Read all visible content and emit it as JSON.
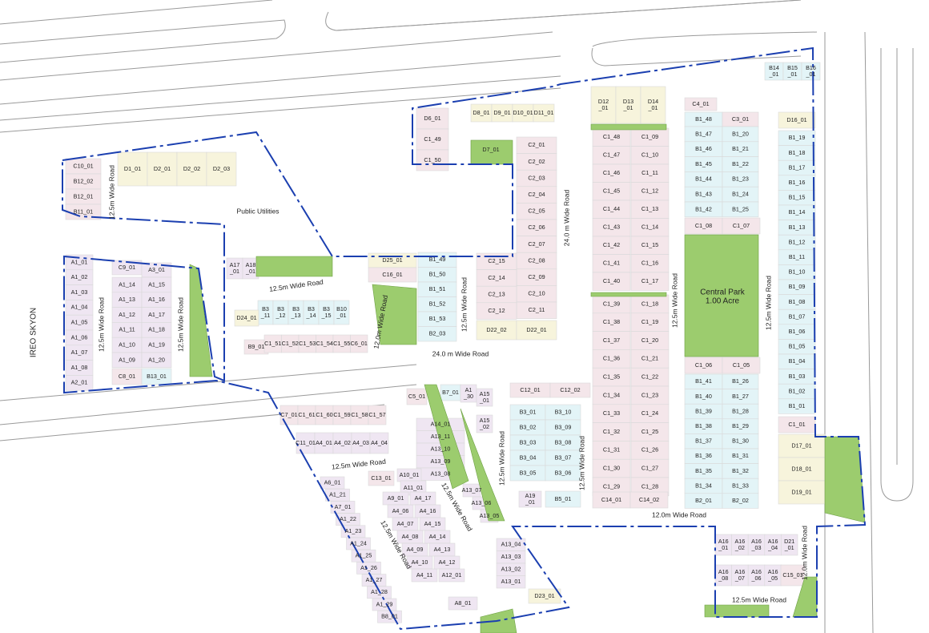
{
  "site": {
    "neighbour_label": "IREO SKYON",
    "public_utilities": "Public Utilities",
    "central_park": "Central Park",
    "central_park_area": "1.00 Acre"
  },
  "road_labels": {
    "r24_a": "24.0 m Wide Road",
    "r24_b": "24.0 m Wide Road",
    "r125_west1": "12.5m Wide Road",
    "r125_top": "12.5m Wide Road",
    "r125_a1": "12.5m Wide Road",
    "r125_a2": "12.5m Wide Road",
    "r12_b3": "12.0m Wide Road",
    "r125_mid1": "12.5m Wide Road",
    "r125_mid2": "12.5m Wide Road",
    "r125_mid3": "12.5m Wide Road",
    "r125_diag1": "12.5m Wide Road",
    "r125_diag2": "12.5m Wide Road",
    "r125_park_w": "12.5m Wide Road",
    "r125_park_e": "12.5m Wide Road",
    "r12_south": "12.0m Wide Road",
    "r12_se": "12.0m Wide Road",
    "r125_bottom": "12.5m Wide Road"
  },
  "colors": {
    "boundary": "#1b3fb0",
    "green_space": "#9ccc6e",
    "plot_pink": "#f4e6ea",
    "plot_lavender": "#efe6f2",
    "plot_cream": "#f7f4dc",
    "plot_blue": "#e3f4f7"
  },
  "plots": {
    "c10_01": "C10_01",
    "b12_02": "B12_02",
    "b12_01": "B12_01",
    "b11_01": "B11_01",
    "d1_01": "D1_01",
    "d2_01": "D2_01",
    "d2_02": "D2_02",
    "d2_03": "D2_03",
    "d6_01": "D6_01",
    "c1_49": "C1_49",
    "c1_50": "C1_50",
    "d8_01": "D8_01",
    "d9_01": "D9_01",
    "d10_01": "D10_01",
    "d11_01": "D11_01",
    "d7_01": "D7_01",
    "c2_01": "C2_01",
    "c2_02": "C2_02",
    "c2_03": "C2_03",
    "c2_04": "C2_04",
    "c2_05": "C2_05",
    "c2_06": "C2_06",
    "c2_07": "C2_07",
    "c2_08": "C2_08",
    "c2_09": "C2_09",
    "c2_10": "C2_10",
    "c2_11": "C2_11",
    "c2_15": "C2_15",
    "c2_14": "C2_14",
    "c2_13": "C2_13",
    "c2_12": "C2_12",
    "d22_02": "D22_02",
    "d22_01": "D22_01",
    "d25_01": "D25_01",
    "c16_01": "C16_01",
    "b1_49": "B1_49",
    "b1_50": "B1_50",
    "b1_51": "B1_51",
    "b1_52": "B1_52",
    "b1_53": "B1_53",
    "b2_03": "B2_03",
    "a17_01": "A17\n_01",
    "a18_01": "A18\n_01",
    "b3_11": "B3\n_11",
    "b3_12": "B3\n_12",
    "b3_13": "B3\n_13",
    "b3_14": "B3\n_14",
    "b3_15": "B3\n_15",
    "b10_01": "B10\n_01",
    "d24_01": "D24_01",
    "b9_01": "B9_01",
    "c1_51": "C1_51",
    "c1_52": "C1_52",
    "c1_53": "C1_53",
    "c1_54": "C1_54",
    "c1_55": "C1_55",
    "c6_01": "C6_01",
    "a1_01": "A1_01",
    "a1_02": "A1_02",
    "a1_03": "A1_03",
    "a1_04": "A1_04",
    "a1_05": "A1_05",
    "a1_06": "A1_06",
    "a1_07": "A1_07",
    "a1_08": "A1_08",
    "a2_01": "A2_01",
    "c9_01": "C9_01",
    "a3_01": "A3_01",
    "a1_14": "A1_14",
    "a1_15": "A1_15",
    "a1_13": "A1_13",
    "a1_16": "A1_16",
    "a1_12": "A1_12",
    "a1_17": "A1_17",
    "a1_11": "A1_11",
    "a1_18": "A1_18",
    "a1_10": "A1_10",
    "a1_19": "A1_19",
    "a1_09": "A1_09",
    "a1_20": "A1_20",
    "c8_01": "C8_01",
    "b13_01": "B13_01",
    "d12_01": "D12\n_01",
    "d13_01": "D13\n_01",
    "d14_01": "D14\n_01",
    "c1_48": "C1_48",
    "c1_09": "C1_09",
    "c1_47": "C1_47",
    "c1_10": "C1_10",
    "c1_46": "C1_46",
    "c1_11": "C1_11",
    "c1_45": "C1_45",
    "c1_12": "C1_12",
    "c1_44": "C1_44",
    "c1_13": "C1_13",
    "c1_43": "C1_43",
    "c1_14": "C1_14",
    "c1_42": "C1_42",
    "c1_15": "C1_15",
    "c1_41": "C1_41",
    "c1_16": "C1_16",
    "c1_40": "C1_40",
    "c1_17": "C1_17",
    "c1_39": "C1_39",
    "c1_18": "C1_18",
    "c1_38": "C1_38",
    "c1_19": "C1_19",
    "c1_37": "C1_37",
    "c1_20": "C1_20",
    "c1_36": "C1_36",
    "c1_21": "C1_21",
    "c1_35": "C1_35",
    "c1_22": "C1_22",
    "c1_34": "C1_34",
    "c1_23": "C1_23",
    "c1_33": "C1_33",
    "c1_24": "C1_24",
    "c1_32": "C1_32",
    "c1_25": "C1_25",
    "c1_31": "C1_31",
    "c1_26": "C1_26",
    "c1_30": "C1_30",
    "c1_27": "C1_27",
    "c1_29": "C1_29",
    "c1_28": "C1_28",
    "c14_01": "C14_01",
    "c14_02": "C14_02",
    "c4_01": "C4_01",
    "b1_48": "B1_48",
    "c3_01": "C3_01",
    "b1_47": "B1_47",
    "b1_20": "B1_20",
    "b1_46": "B1_46",
    "b1_21": "B1_21",
    "b1_45": "B1_45",
    "b1_22": "B1_22",
    "b1_44": "B1_44",
    "b1_23": "B1_23",
    "b1_43": "B1_43",
    "b1_24": "B1_24",
    "b1_42": "B1_42",
    "b1_25": "B1_25",
    "c1_08": "C1_08",
    "c1_07": "C1_07",
    "c1_06": "C1_06",
    "c1_05": "C1_05",
    "b1_41": "B1_41",
    "b1_26": "B1_26",
    "b1_40": "B1_40",
    "b1_27": "B1_27",
    "b1_39": "B1_39",
    "b1_28": "B1_28",
    "b1_38": "B1_38",
    "b1_29": "B1_29",
    "b1_37": "B1_37",
    "b1_30": "B1_30",
    "b1_36": "B1_36",
    "b1_31": "B1_31",
    "b1_35": "B1_35",
    "b1_32": "B1_32",
    "b1_34": "B1_34",
    "b1_33": "B1_33",
    "b2_01": "B2_01",
    "b2_02": "B2_02",
    "b14_01": "B14\n_01",
    "b15_01": "B15\n_01",
    "b16_01": "B16\n_01",
    "d16_01": "D16_01",
    "b1_19": "B1_19",
    "b1_18": "B1_18",
    "b1_17": "B1_17",
    "b1_16": "B1_16",
    "b1_15": "B1_15",
    "b1_14": "B1_14",
    "b1_13": "B1_13",
    "b1_12": "B1_12",
    "b1_11": "B1_11",
    "b1_10": "B1_10",
    "b1_09": "B1_09",
    "b1_08": "B1_08",
    "b1_07": "B1_07",
    "b1_06": "B1_06",
    "b1_05": "B1_05",
    "b1_04": "B1_04",
    "b1_03": "B1_03",
    "b1_02": "B1_02",
    "b1_01": "B1_01",
    "c1_01": "C1_01",
    "d17_01": "D17_01",
    "d18_01": "D18_01",
    "d19_01": "D19_01",
    "c5_01": "C5_01",
    "b7_01": "B7_01",
    "a1_30": "A1\n_30",
    "a15_01": "A15\n_01",
    "a15_02": "A15\n_02",
    "a14_01": "A14_01",
    "a13_11": "A13_11",
    "a13_10": "A13_10",
    "a13_09": "A13_09",
    "a13_08": "A13_08",
    "a13_07": "A13_07",
    "a13_06": "A13_06",
    "a13_05": "A13_05",
    "c12_01": "C12_01",
    "c12_02": "C12_02",
    "b3_01": "B3_01",
    "b3_10": "B3_10",
    "b3_02": "B3_02",
    "b3_09": "B3_09",
    "b3_03": "B3_03",
    "b3_08": "B3_08",
    "b3_04": "B3_04",
    "b3_07": "B3_07",
    "b3_05": "B3_05",
    "b3_06": "B3_06",
    "a19_01": "A19\n_01",
    "b5_01": "B5_01",
    "c7_01": "C7_01",
    "c1_61": "C1_61",
    "c1_60": "C1_60",
    "c1_59": "C1_59",
    "c1_58": "C1_58",
    "c1_57": "C1_57",
    "c11_01": "C11_01",
    "a4_01": "A4_01",
    "a4_02": "A4_02",
    "a4_03": "A4_03",
    "a4_04": "A4_04",
    "a6_01": "A6_01",
    "a1_21": "A1_21",
    "a7_01": "A7_01",
    "a1_22": "A1_22",
    "a1_23": "A1_23",
    "a1_24": "A1_24",
    "a1_25": "A1_25",
    "a1_26": "A1_26",
    "a1_27": "A1_27",
    "a1_28": "A1_28",
    "a1_29": "A1_29",
    "b8_01": "B8_01",
    "c13_01": "C13_01",
    "a10_01": "A10_01",
    "a11_01": "A11_01",
    "a9_01": "A9_01",
    "a4_17": "A4_17",
    "a4_06": "A4_06",
    "a4_16": "A4_16",
    "a4_07": "A4_07",
    "a4_15": "A4_15",
    "a4_08": "A4_08",
    "a4_14": "A4_14",
    "a4_09": "A4_09",
    "a4_13": "A4_13",
    "a4_10": "A4_10",
    "a4_12": "A4_12",
    "a4_11": "A4_11",
    "a12_01": "A12_01",
    "a8_01": "A8_01",
    "a13_04": "A13_04",
    "a13_03": "A13_03",
    "a13_02": "A13_02",
    "a13_01": "A13_01",
    "d23_01": "D23_01",
    "a16_01": "A16\n_01",
    "a16_02": "A16\n_02",
    "a16_03": "A16\n_03",
    "a16_04": "A16\n_04",
    "d21_01": "D21\n_01",
    "a16_08": "A16\n_08",
    "a16_07": "A16\n_07",
    "a16_06": "A16\n_06",
    "a16_05": "A16\n_05",
    "c15_01": "C15_01"
  }
}
